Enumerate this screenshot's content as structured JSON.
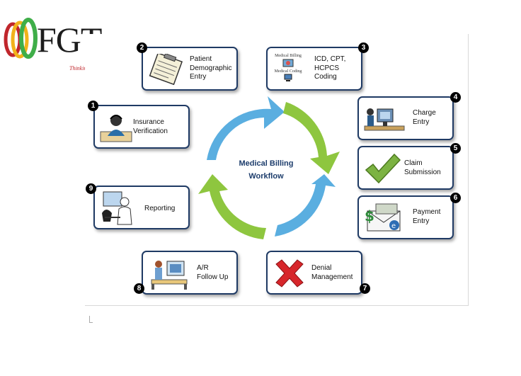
{
  "logo": {
    "text": "FGT",
    "tagline": "Thinking Ahead..."
  },
  "diagram": {
    "center_line1": "Medical Billing",
    "center_line2": "Workflow",
    "steps": [
      {
        "number": "1",
        "lines": [
          "Insurance",
          "Verification"
        ],
        "icon": "receptionist-icon"
      },
      {
        "number": "2",
        "lines": [
          "Patient",
          "Demographic",
          "Entry"
        ],
        "icon": "clipboard-icon"
      },
      {
        "number": "3",
        "lines": [
          "ICD, CPT,",
          "HCPCS",
          "Coding"
        ],
        "icon": "coding-book-icon",
        "icon_text": [
          "Medical Billing",
          "Medical Coding"
        ]
      },
      {
        "number": "4",
        "lines": [
          "Charge",
          "Entry"
        ],
        "icon": "computer-desk-icon"
      },
      {
        "number": "5",
        "lines": [
          "Claim",
          "Submission"
        ],
        "icon": "checkmark-icon"
      },
      {
        "number": "6",
        "lines": [
          "Payment",
          "Entry"
        ],
        "icon": "payment-envelope-icon"
      },
      {
        "number": "7",
        "lines": [
          "Denial",
          "Management"
        ],
        "icon": "red-x-icon"
      },
      {
        "number": "8",
        "lines": [
          "A/R",
          "Follow Up"
        ],
        "icon": "worker-computer-icon"
      },
      {
        "number": "9",
        "lines": [
          "Reporting"
        ],
        "icon": "doctor-report-icon"
      }
    ]
  },
  "colors": {
    "card_border": "#1f3a64",
    "arrow_blue": "#5aaee0",
    "arrow_green": "#8ec63f",
    "center_text": "#1d3d6c"
  }
}
